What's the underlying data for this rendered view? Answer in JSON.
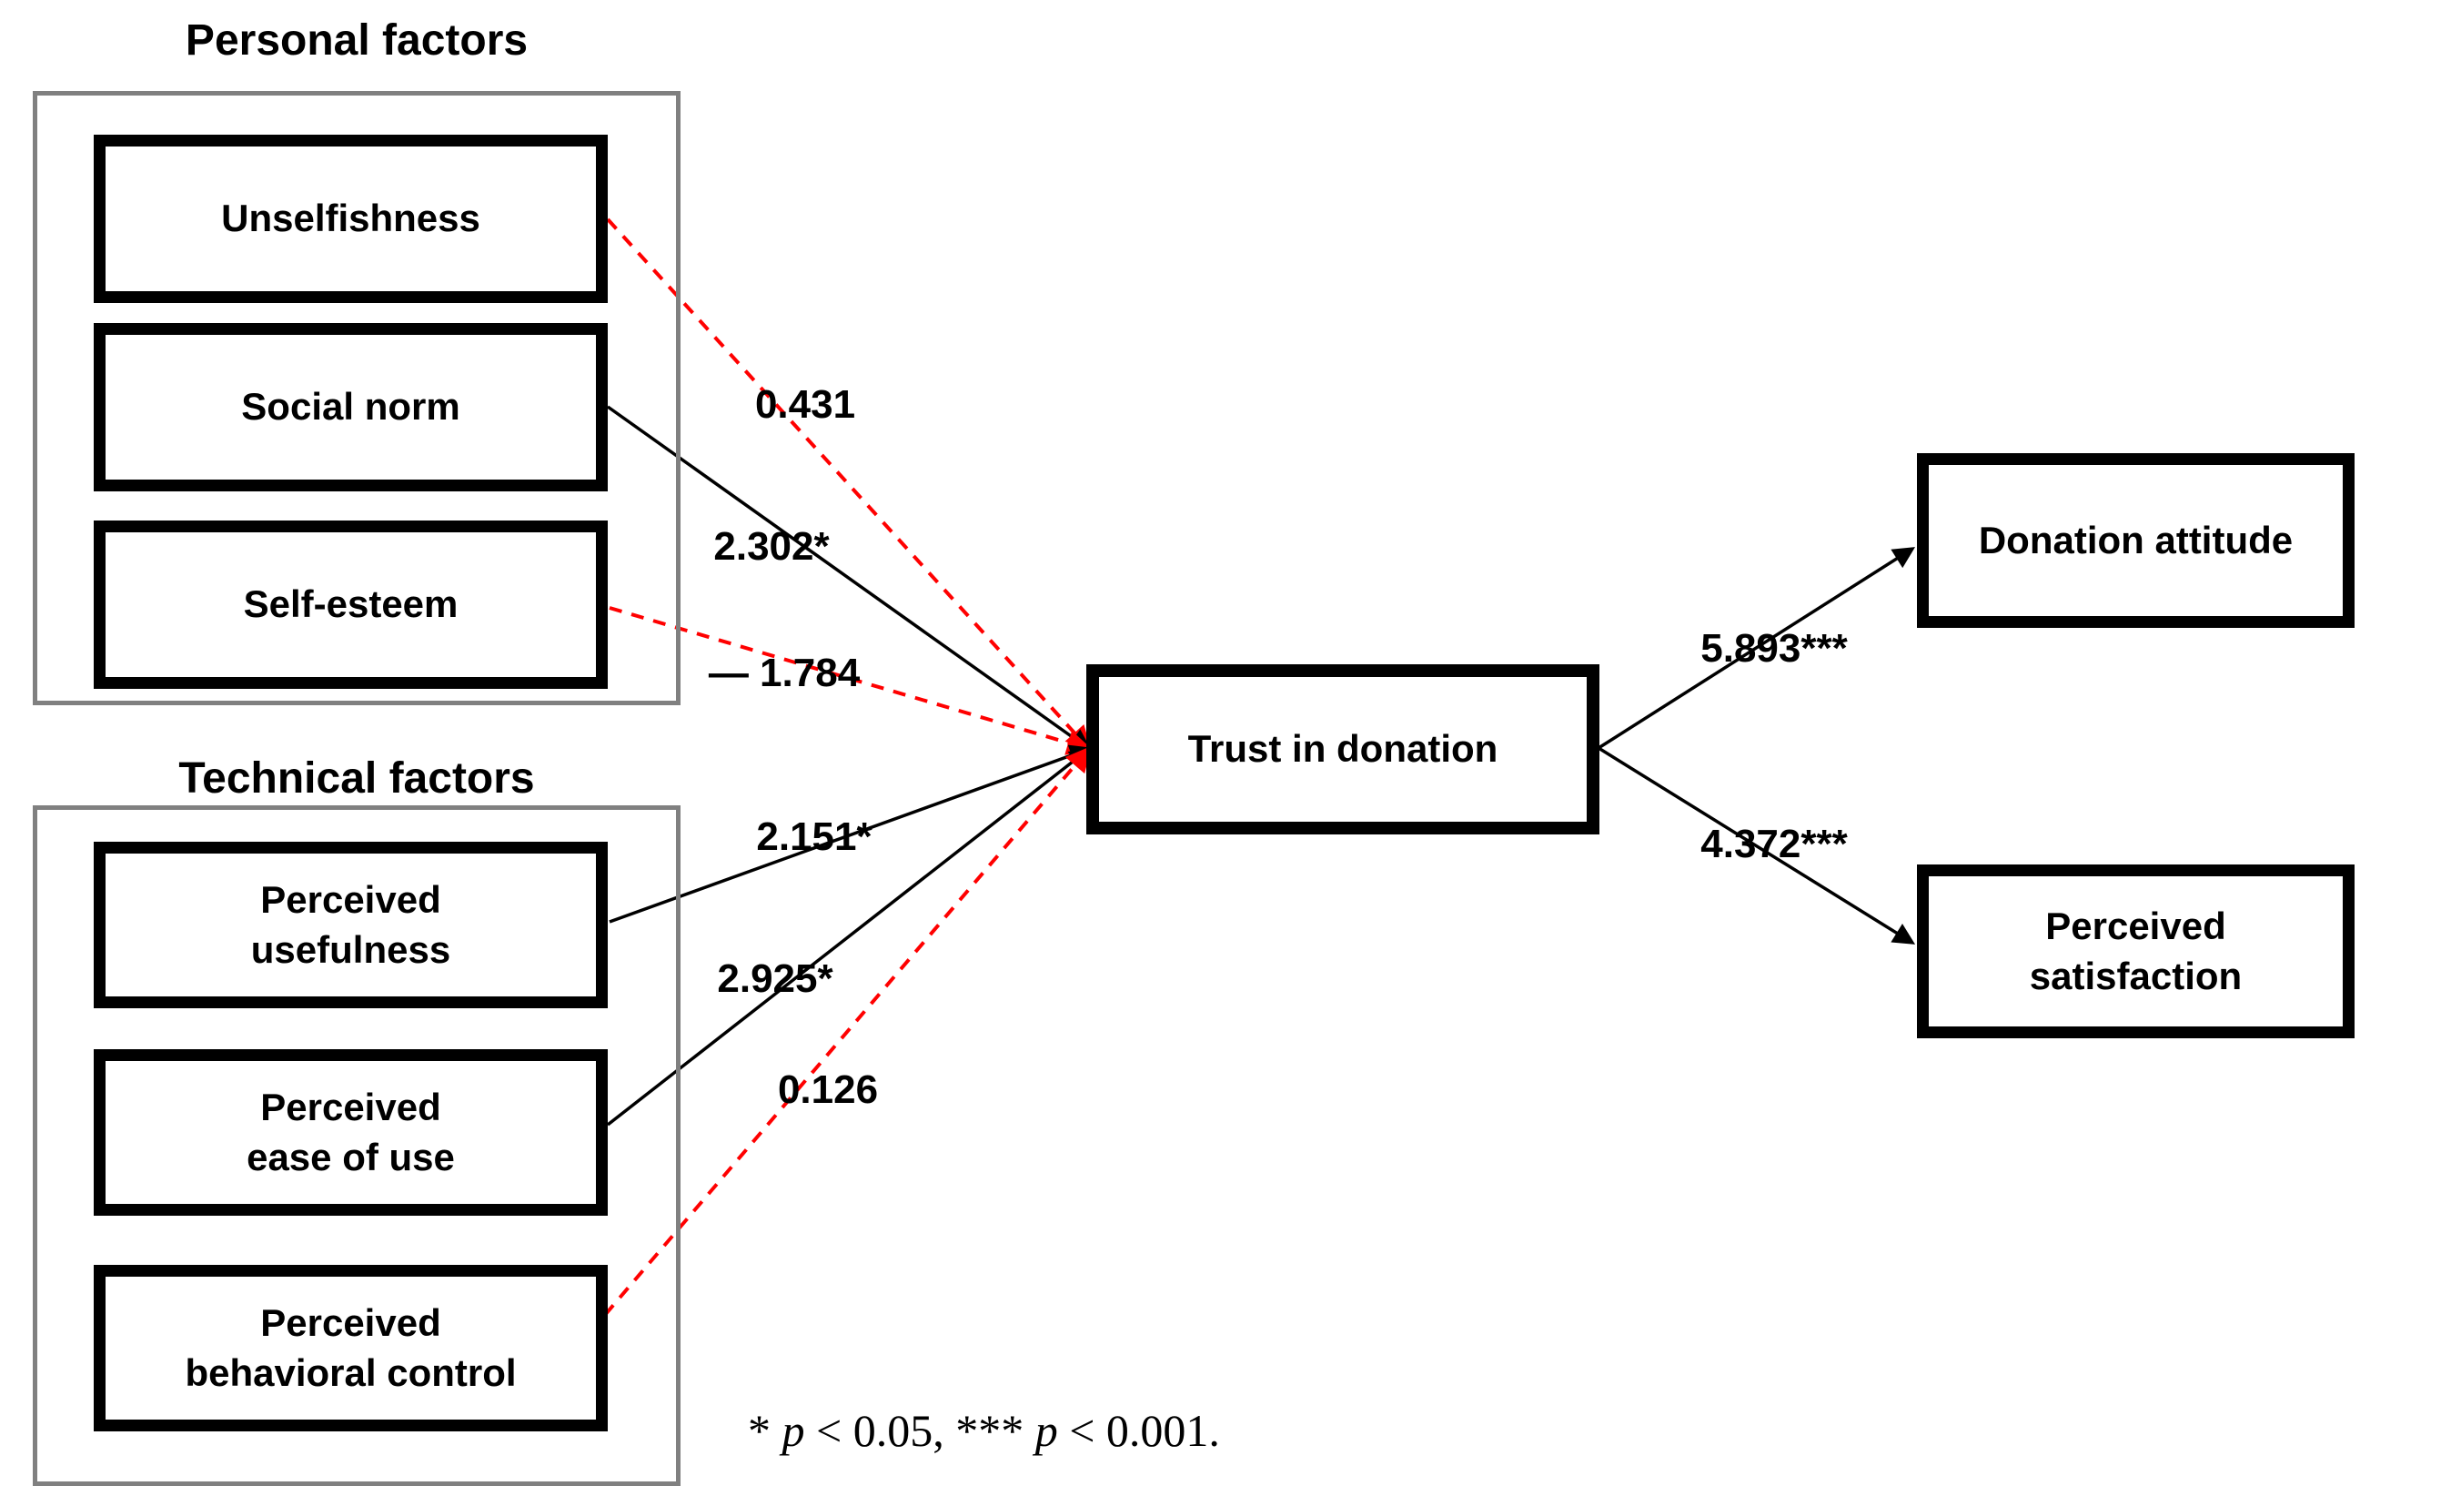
{
  "diagram": {
    "type": "path-model",
    "groups": [
      {
        "title": "Personal factors",
        "nodes": [
          {
            "label": "Unselfishness"
          },
          {
            "label": "Social norm"
          },
          {
            "label": "Self-esteem"
          }
        ]
      },
      {
        "title": "Technical factors",
        "nodes": [
          {
            "label": "Perceived\nusefulness"
          },
          {
            "label": "Perceived\nease of use"
          },
          {
            "label": "Perceived\nbehavioral control"
          }
        ]
      }
    ],
    "mediator": {
      "label": "Trust in donation"
    },
    "outcomes": [
      {
        "label": "Donation attitude"
      },
      {
        "label": "Perceived\nsatisfaction"
      }
    ],
    "edges": [
      {
        "from": "Unselfishness",
        "to": "Trust in donation",
        "label": "0.431",
        "significant": false,
        "style": "red-dashed"
      },
      {
        "from": "Social norm",
        "to": "Trust in donation",
        "label": "2.302*",
        "significant": true,
        "style": "black-solid"
      },
      {
        "from": "Self-esteem",
        "to": "Trust in donation",
        "label": "— 1.784",
        "significant": false,
        "style": "red-dashed"
      },
      {
        "from": "Perceived usefulness",
        "to": "Trust in donation",
        "label": "2.151*",
        "significant": true,
        "style": "black-solid"
      },
      {
        "from": "Perceived ease of use",
        "to": "Trust in donation",
        "label": "2.925*",
        "significant": true,
        "style": "black-solid"
      },
      {
        "from": "Perceived behavioral control",
        "to": "Trust in donation",
        "label": "0.126",
        "significant": false,
        "style": "red-dashed"
      },
      {
        "from": "Trust in donation",
        "to": "Donation attitude",
        "label": "5.893***",
        "significant": true,
        "style": "black-solid"
      },
      {
        "from": "Trust in donation",
        "to": "Perceived satisfaction",
        "label": "4.372***",
        "significant": true,
        "style": "black-solid"
      }
    ],
    "note": {
      "text": "* p < 0.05, *** p < 0.001.",
      "parts": {
        "s1": "* ",
        "p1": "p",
        "s2": " < 0.05, *** ",
        "p2": "p",
        "s3": " < 0.001."
      }
    },
    "colors": {
      "significant_line": "#000000",
      "nonsignificant_line": "#ff0000",
      "node_border": "#000000",
      "group_border": "#808080",
      "background": "#ffffff"
    }
  }
}
